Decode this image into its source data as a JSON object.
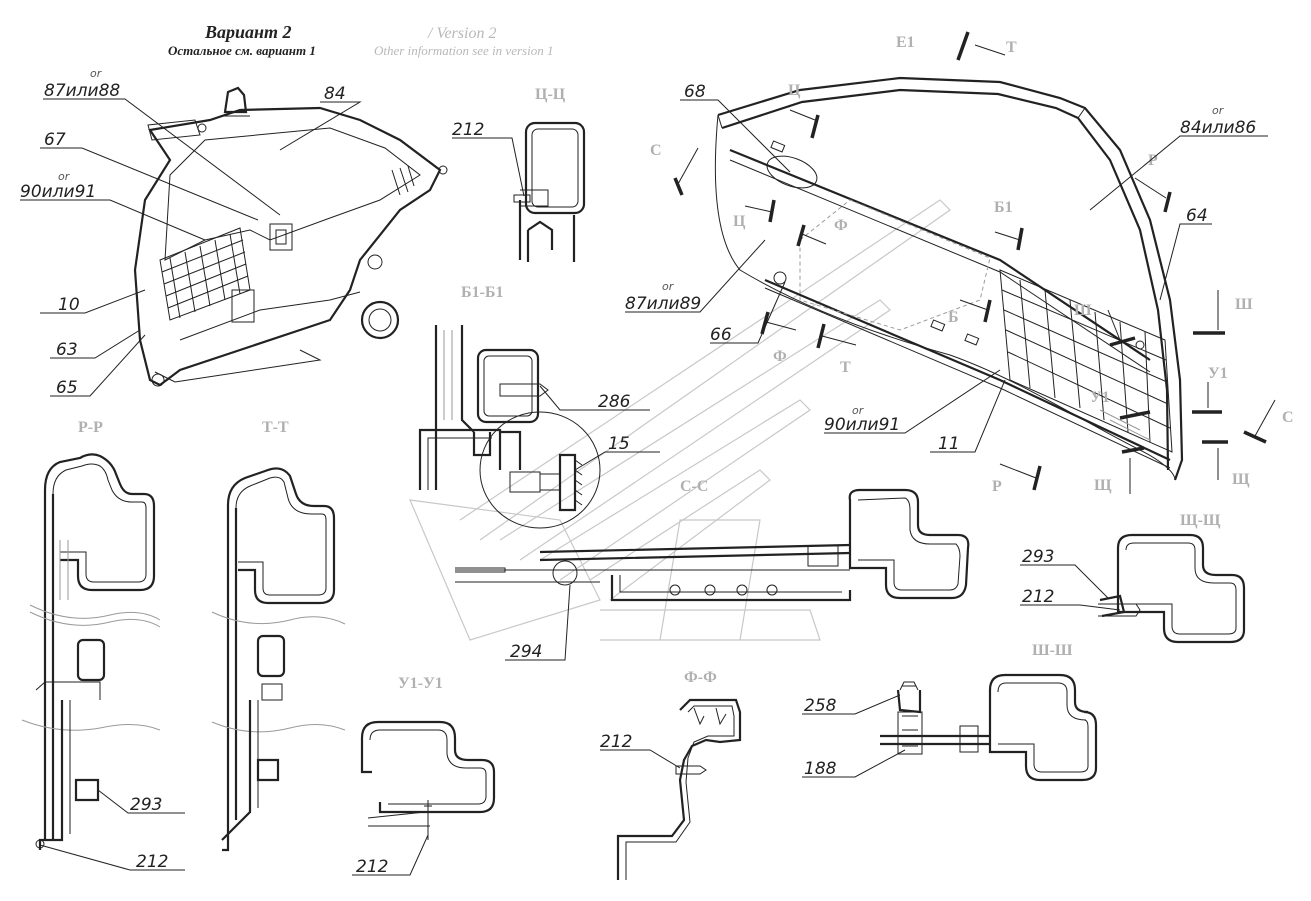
{
  "header": {
    "title_ru": "Вариант 2",
    "subtitle_ru": "Остальное см. вариант 1",
    "title_en": "/ Version 2",
    "subtitle_en": "Other information see in version 1"
  },
  "callouts": {
    "c87_88": "87или88",
    "c84": "84",
    "c67": "67",
    "c90_91_left": "90или91",
    "c10": "10",
    "c63": "63",
    "c65": "65",
    "c212_tsts": "212",
    "c68": "68",
    "c84_86": "84или86",
    "c64": "64",
    "c87_89": "87или89",
    "c66": "66",
    "c286": "286",
    "c15": "15",
    "c90_91_right": "90или91",
    "c11": "11",
    "c293_shch": "293",
    "c212_shch": "212",
    "c294": "294",
    "c293_rr": "293",
    "c212_rr": "212",
    "c212_u": "212",
    "c212_f": "212",
    "c258": "258",
    "c188": "188"
  },
  "or_label": "or",
  "section_titles": {
    "ts_ts": "Ц-Ц",
    "b1_b1": "Б1-Б1",
    "r_r": "Р-Р",
    "t_t": "Т-Т",
    "s_s": "С-С",
    "shch_shch": "Щ-Щ",
    "sh_sh": "Ш-Ш",
    "u1_u1": "У1-У1",
    "f_f": "Ф-Ф"
  },
  "cut_labels": {
    "e1": "Е1",
    "t_top": "Т",
    "ts_top": "Ц",
    "ts_mid": "Ц",
    "s_left": "С",
    "f_top": "Ф",
    "b1": "Б1",
    "r_top": "Р",
    "b": "Б",
    "sh_a": "Ш",
    "sh_b": "Ш",
    "u1_a": "У1",
    "u1_b": "У1",
    "s_right": "С",
    "shch_a": "Щ",
    "shch_b": "Щ",
    "r_bot": "Р",
    "f_bot": "Ф",
    "t_bot": "Т"
  }
}
